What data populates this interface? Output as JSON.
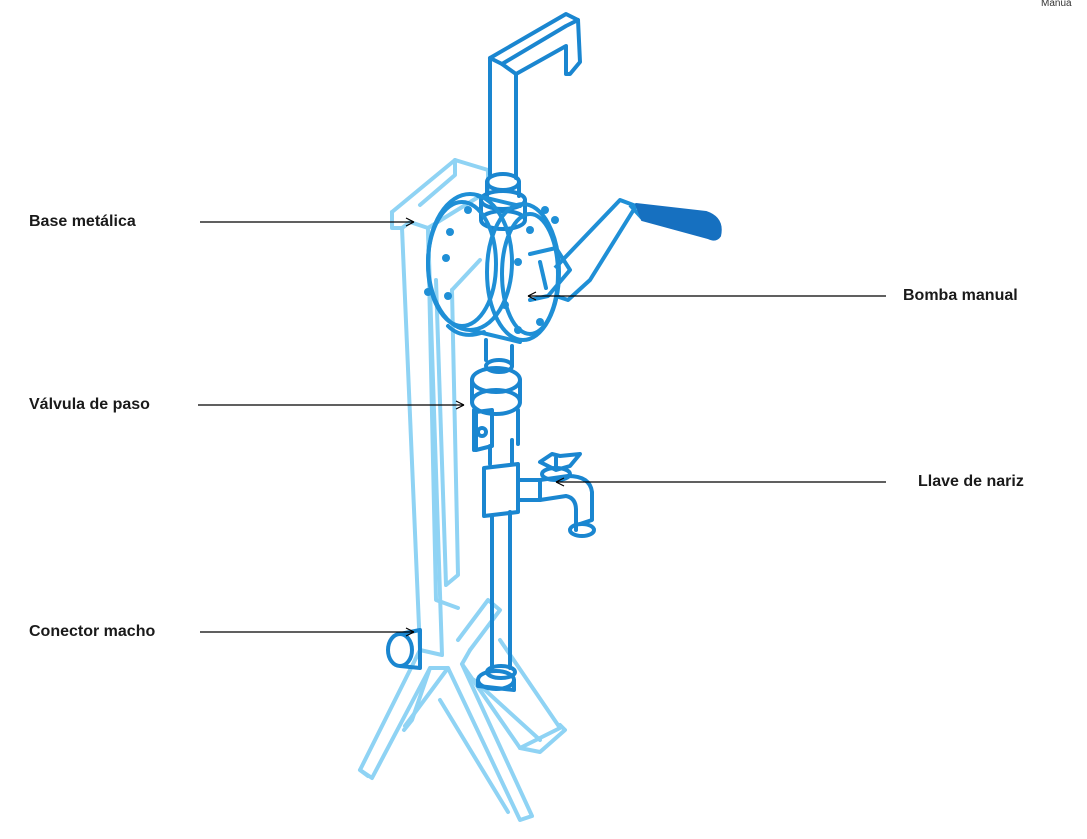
{
  "header": {
    "corner_text": "Manua"
  },
  "diagram": {
    "colors": {
      "stand": "#8fd3f4",
      "pump": "#1f8fd6",
      "handle_grip": "#1670c0",
      "pipe": "#1a86d0",
      "label_line": "#000000",
      "label_text": "#1a1a1a"
    },
    "labels": {
      "base": "Base metálica",
      "valve": "Válvula de paso",
      "connector": "Conector macho",
      "pump": "Bomba manual",
      "tap": "Llave de nariz"
    }
  }
}
